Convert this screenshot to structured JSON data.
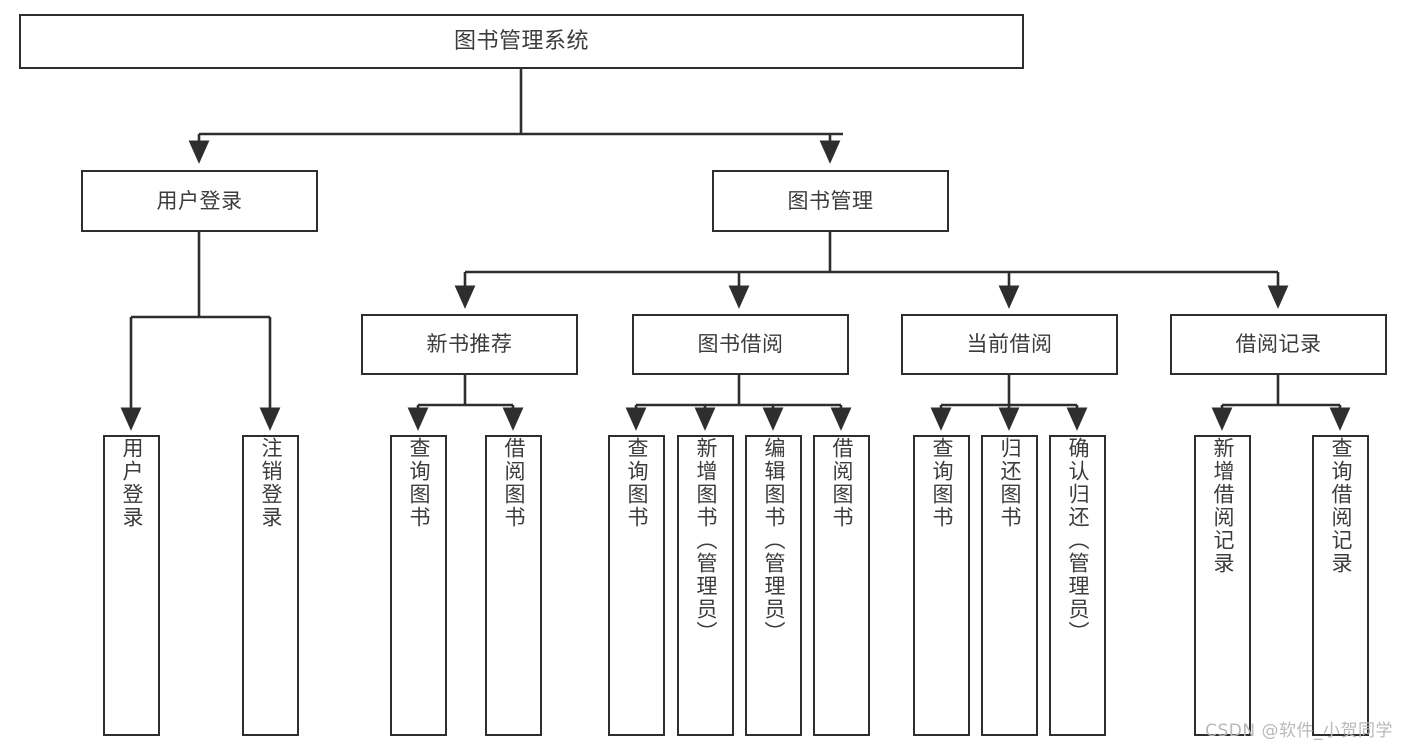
{
  "diagram": {
    "title": "图书管理系统",
    "watermark": "CSDN @软件_小贺同学",
    "accent_color": "#2e2e2e",
    "text_color": "#3c3c3c",
    "background": "#ffffff"
  },
  "nodes": {
    "root": {
      "label": "图书管理系统"
    },
    "level2": [
      {
        "label": "用户登录"
      },
      {
        "label": "图书管理"
      }
    ],
    "level3": [
      {
        "label": "新书推荐"
      },
      {
        "label": "图书借阅"
      },
      {
        "label": "当前借阅"
      },
      {
        "label": "借阅记录"
      }
    ],
    "leaves_user_login": [
      {
        "label": "用户登录"
      },
      {
        "label": "注销登录"
      }
    ],
    "leaves_new_book": [
      {
        "label": "查询图书"
      },
      {
        "label": "借阅图书"
      }
    ],
    "leaves_borrow": [
      {
        "label": "查询图书"
      },
      {
        "label": "新增图书（管理员）"
      },
      {
        "label": "编辑图书（管理员）"
      },
      {
        "label": "借阅图书"
      }
    ],
    "leaves_current": [
      {
        "label": "查询图书"
      },
      {
        "label": "归还图书"
      },
      {
        "label": "确认归还（管理员）"
      }
    ],
    "leaves_records": [
      {
        "label": "新增借阅记录"
      },
      {
        "label": "查询借阅记录"
      }
    ]
  }
}
